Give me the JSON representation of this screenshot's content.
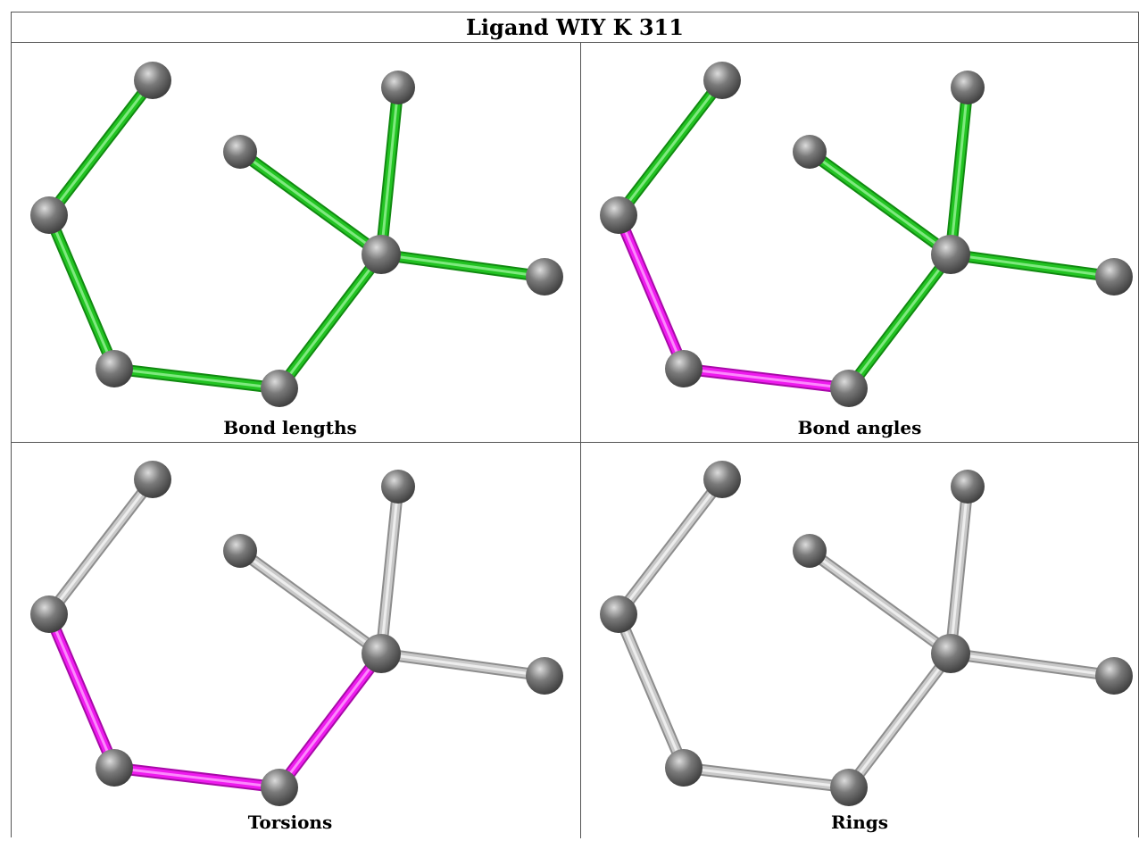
{
  "title": "Ligand WIY K 311",
  "colors": {
    "green": "#22c322",
    "magenta": "#ee1bee",
    "gray": "#c9c9c9",
    "atom": "#7a7a7a"
  },
  "atoms": [
    {
      "id": "A1"
    },
    {
      "id": "A2"
    },
    {
      "id": "A3"
    },
    {
      "id": "A4"
    },
    {
      "id": "A5"
    },
    {
      "id": "A6"
    },
    {
      "id": "A7"
    },
    {
      "id": "A8"
    },
    {
      "id": "A9"
    }
  ],
  "bonds": [
    {
      "a": "A1",
      "b": "A2"
    },
    {
      "a": "A2",
      "b": "A3"
    },
    {
      "a": "A3",
      "b": "A4"
    },
    {
      "a": "A4",
      "b": "A5"
    },
    {
      "a": "A5",
      "b": "A6"
    },
    {
      "a": "A5",
      "b": "A7"
    },
    {
      "a": "A5",
      "b": "A8"
    }
  ],
  "panels": [
    {
      "key": "bond-lengths",
      "caption": "Bond lengths",
      "bond_colors": [
        "green",
        "green",
        "green",
        "green",
        "green",
        "green",
        "green"
      ]
    },
    {
      "key": "bond-angles",
      "caption": "Bond angles",
      "bond_colors": [
        "green",
        "magenta",
        "magenta",
        "green",
        "green",
        "green",
        "green"
      ]
    },
    {
      "key": "torsions",
      "caption": "Torsions",
      "bond_colors": [
        "gray",
        "magenta",
        "magenta",
        "magenta",
        "gray",
        "gray",
        "gray"
      ]
    },
    {
      "key": "rings",
      "caption": "Rings",
      "bond_colors": [
        "gray",
        "gray",
        "gray",
        "gray",
        "gray",
        "gray",
        "gray"
      ]
    }
  ]
}
